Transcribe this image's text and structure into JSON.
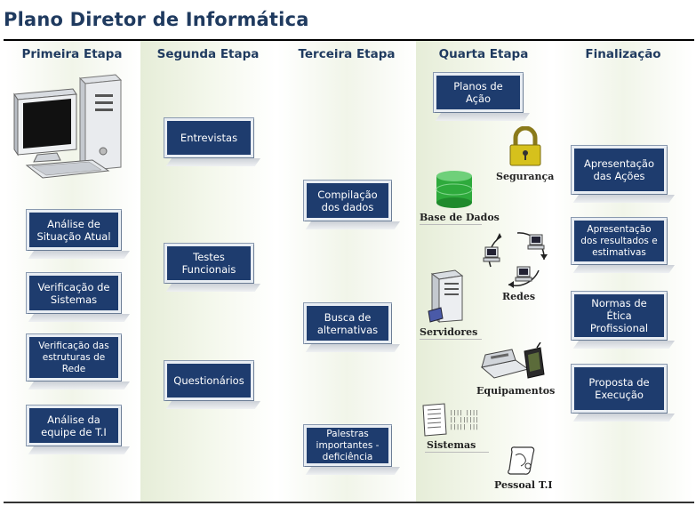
{
  "title": "Plano Diretor de Informática",
  "columns": [
    {
      "header": "Primeira Etapa"
    },
    {
      "header": "Segunda Etapa"
    },
    {
      "header": "Terceira Etapa"
    },
    {
      "header": "Quarta Etapa"
    },
    {
      "header": "Finalização"
    }
  ],
  "stage1": {
    "analise_situacao": "Análise de Situação Atual",
    "verificacao_sistemas": "Verificação de Sistemas",
    "verificacao_redes": "Verificação das estruturas de Rede",
    "analise_equipe": "Análise da equipe de T.I"
  },
  "stage2": {
    "entrevistas": "Entrevistas",
    "testes": "Testes Funcionais",
    "questionarios": "Questionários"
  },
  "stage3": {
    "compilacao": "Compilação dos dados",
    "busca": "Busca de alternativas",
    "palestras": "Palestras importantes - deficiência"
  },
  "stage4": {
    "planos": "Planos de Ação",
    "seguranca": "Segurança",
    "base_dados": "Base de Dados",
    "redes": "Redes",
    "servidores": "Servidores",
    "equipamentos": "Equipamentos",
    "sistemas": "Sistemas",
    "pessoal": "Pessoal T.I"
  },
  "final": {
    "apresentacao_acoes": "Apresentação das Ações",
    "apresentacao_resultados": "Apresentação dos resultados e estimativas",
    "normas": "Normas de Ética Profissional",
    "proposta": "Proposta de Execução"
  },
  "colors": {
    "box": "#1e3c6e",
    "title": "#1f3a5f",
    "band": "#eef3e4"
  }
}
